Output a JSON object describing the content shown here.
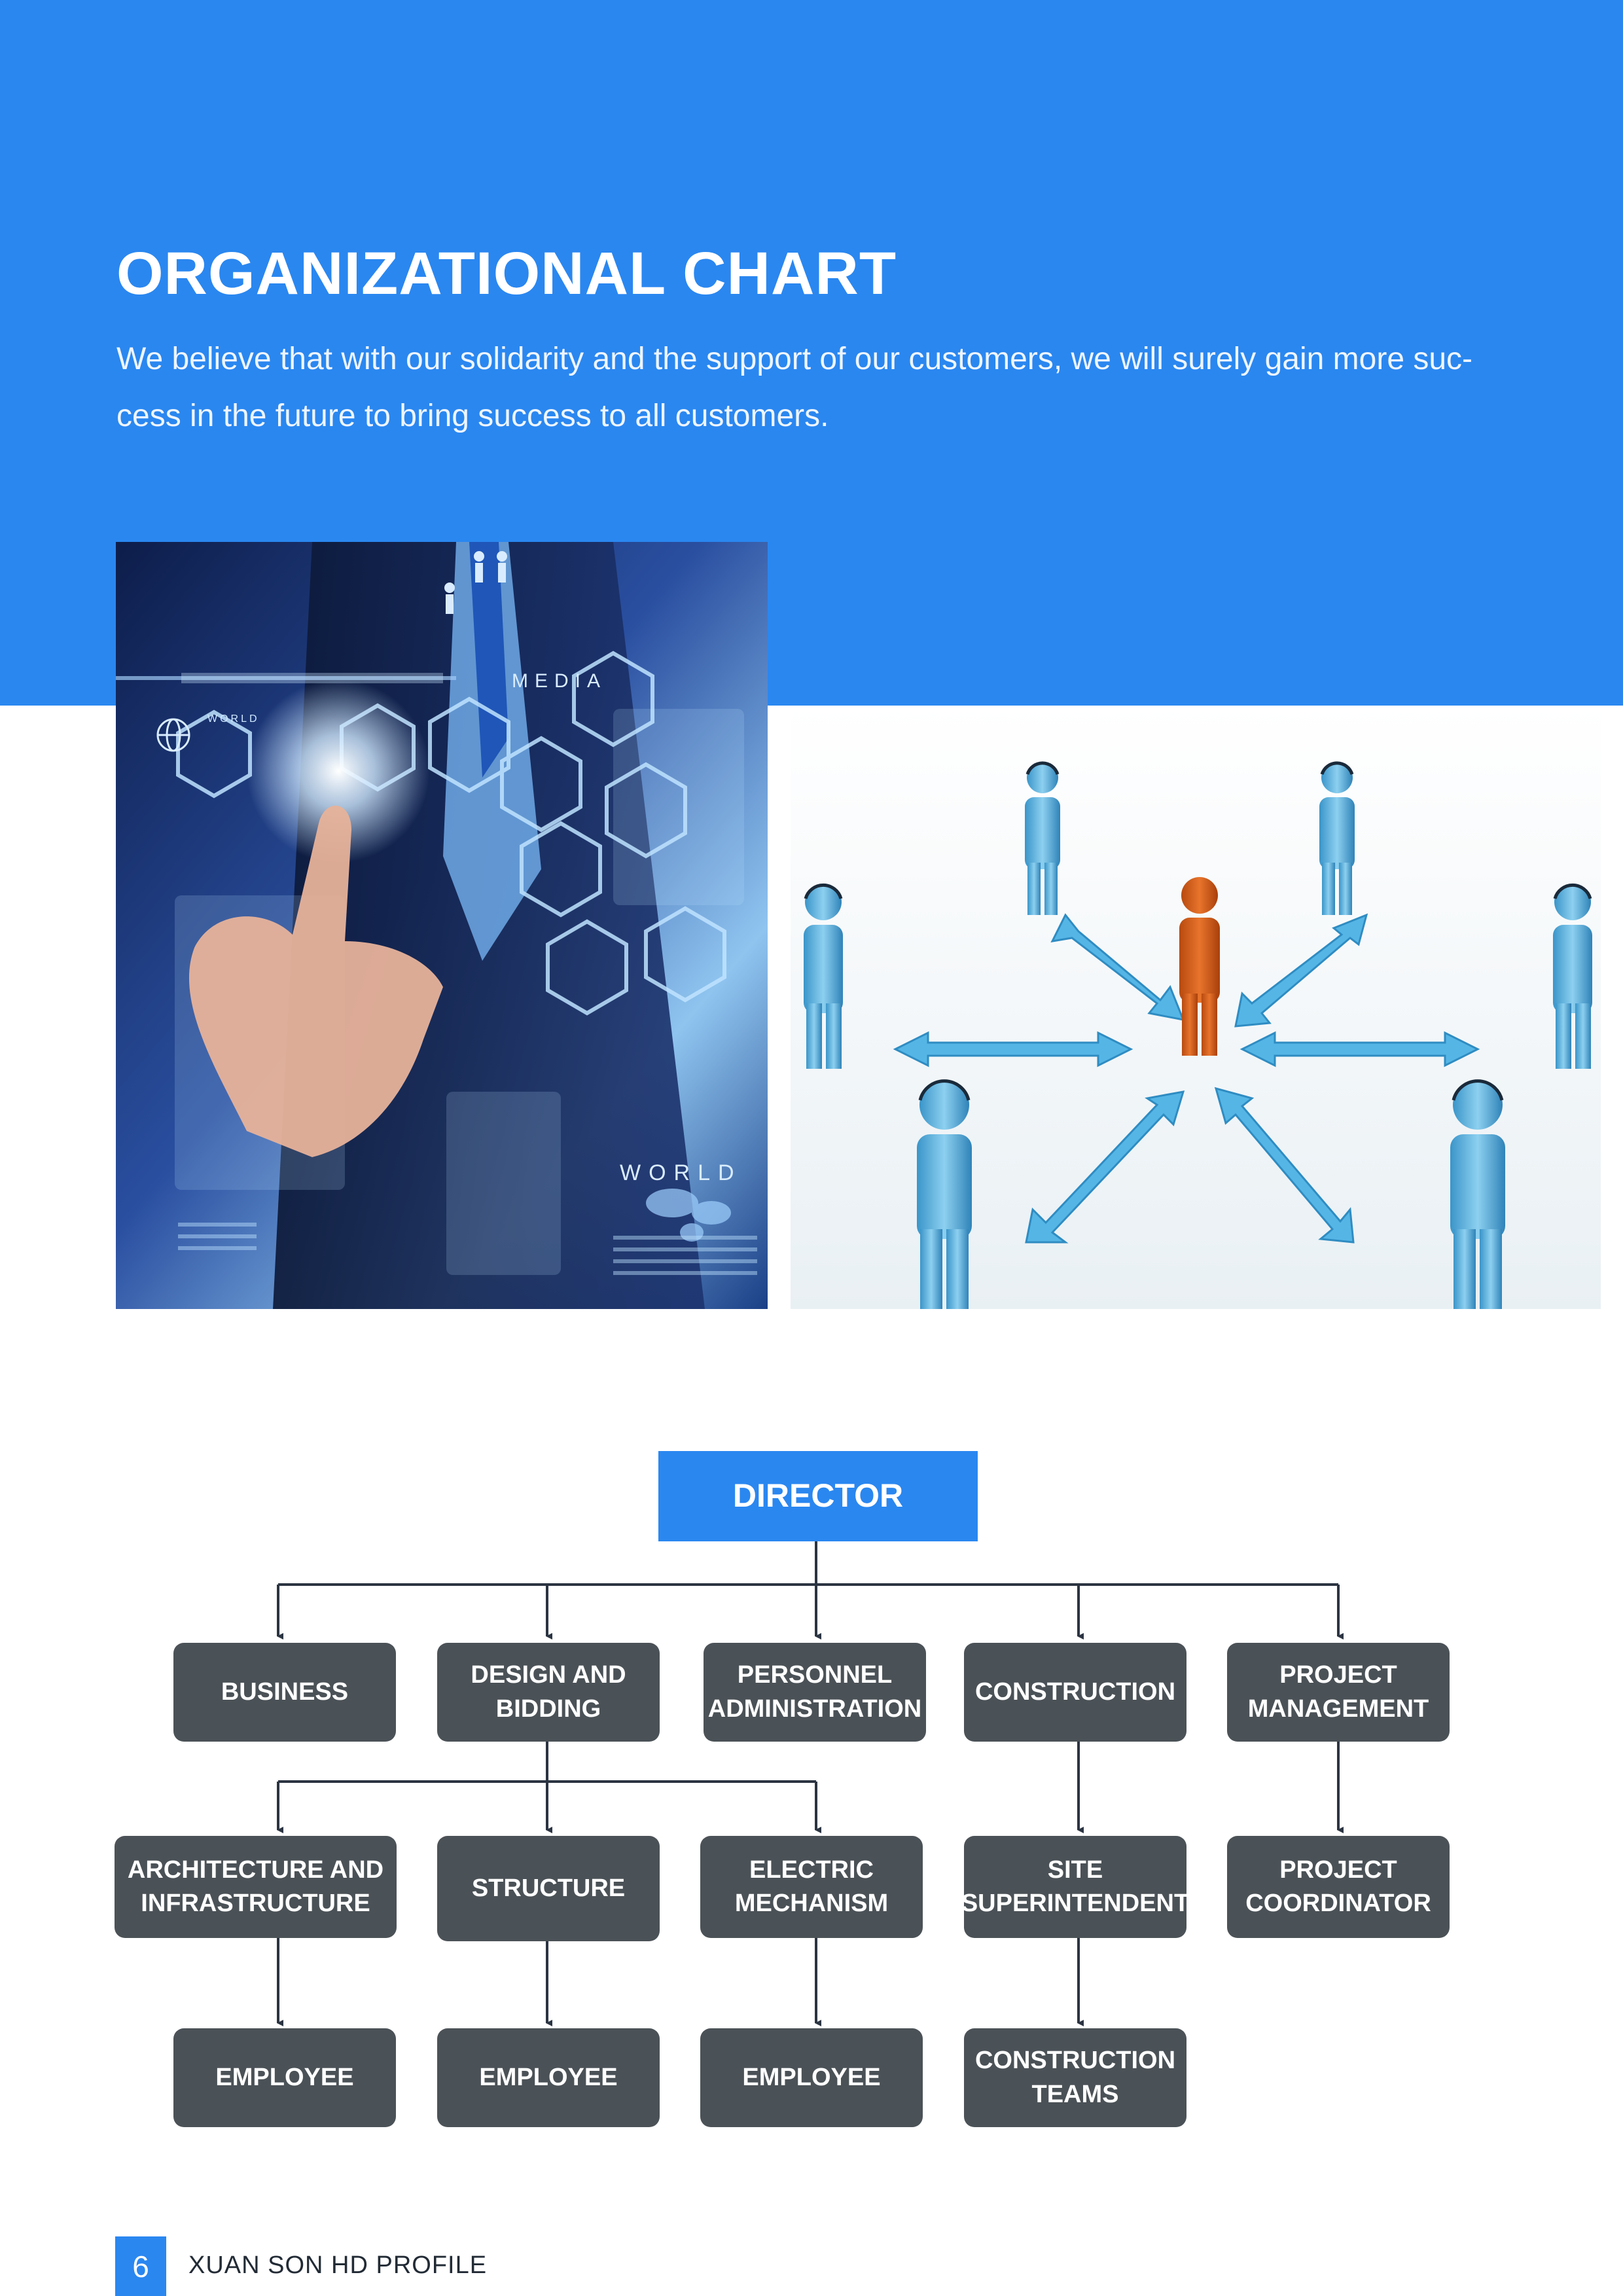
{
  "header": {
    "title": "ORGANIZATIONAL CHART",
    "intro": "We believe that with our solidarity and the support of our customers, we will surely gain more suc- cess in the future to bring success to all customers."
  },
  "photo_left": {
    "labels": [
      "MEDIA",
      "WORLD",
      "WORLD"
    ]
  },
  "org_chart": {
    "director": "DIRECTOR",
    "departments": [
      "BUSINESS",
      "DESIGN AND\nBIDDING",
      "PERSONNEL\nADMINISTRATION",
      "CONSTRUCTION",
      "PROJECT\nMANAGEMENT"
    ],
    "sub_units": [
      "ARCHITECTURE AND\nINFRASTRUCTURE",
      "STRUCTURE",
      "ELECTRIC\nMECHANISM",
      "SITE\nSUPERINTENDENT",
      "PROJECT\nCOORDINATOR"
    ],
    "staff": [
      "EMPLOYEE",
      "EMPLOYEE",
      "EMPLOYEE",
      "CONSTRUCTION\nTEAMS"
    ]
  },
  "footer": {
    "page_number": "6",
    "text": "XUAN SON HD PROFILE"
  },
  "colors": {
    "brand_blue": "#2a87f0",
    "box_dark": "#4b5257",
    "connector": "#2b3442"
  }
}
